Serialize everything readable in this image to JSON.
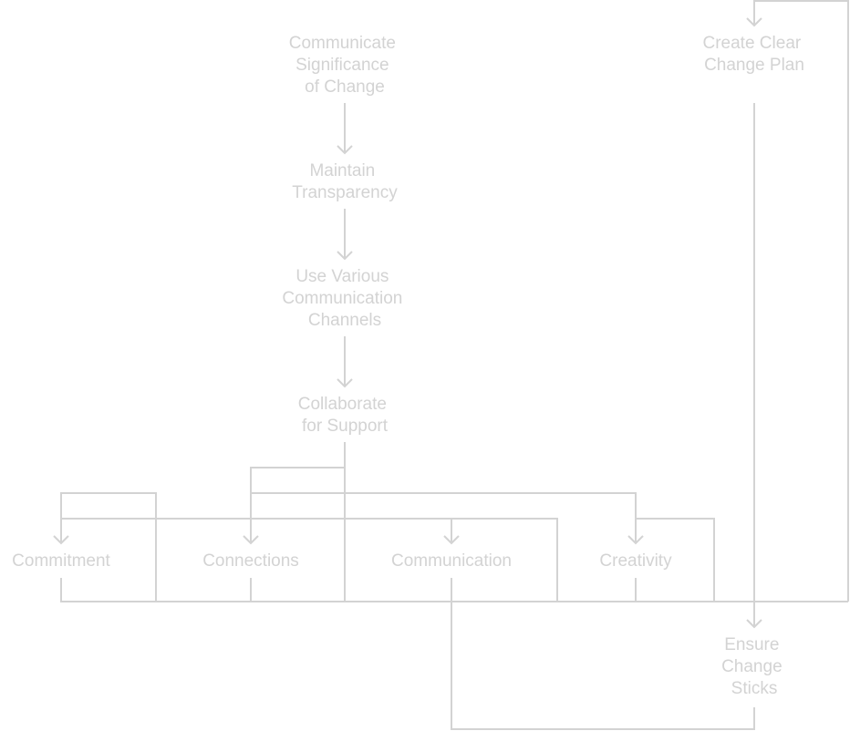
{
  "nodes": {
    "communicate_significance": [
      "Communicate",
      "Significance",
      "of Change"
    ],
    "maintain_transparency": [
      "Maintain",
      "Transparency"
    ],
    "use_channels": [
      "Use Various",
      "Communication",
      "Channels"
    ],
    "collaborate": [
      "Collaborate",
      "for Support"
    ],
    "commitment": [
      "Commitment"
    ],
    "connections": [
      "Connections"
    ],
    "communication": [
      "Communication"
    ],
    "creativity": [
      "Creativity"
    ],
    "create_plan": [
      "Create Clear",
      "Change Plan"
    ],
    "ensure_sticks": [
      "Ensure",
      "Change",
      "Sticks"
    ]
  },
  "edges": [
    [
      "communicate_significance",
      "maintain_transparency"
    ],
    [
      "maintain_transparency",
      "use_channels"
    ],
    [
      "use_channels",
      "collaborate"
    ],
    [
      "collaborate",
      "connections"
    ],
    [
      "collaborate",
      "creativity"
    ],
    [
      "commitment",
      "commitment"
    ],
    [
      "commitment",
      "communication"
    ],
    [
      "creativity",
      "creativity"
    ],
    [
      "communication",
      "ensure_sticks"
    ],
    [
      "ensure_sticks",
      "create_plan"
    ],
    [
      "create_plan",
      "ensure_sticks"
    ]
  ],
  "colors": {
    "line": "#d3d3d3",
    "text": "#d3d3d3",
    "background": "#ffffff"
  }
}
